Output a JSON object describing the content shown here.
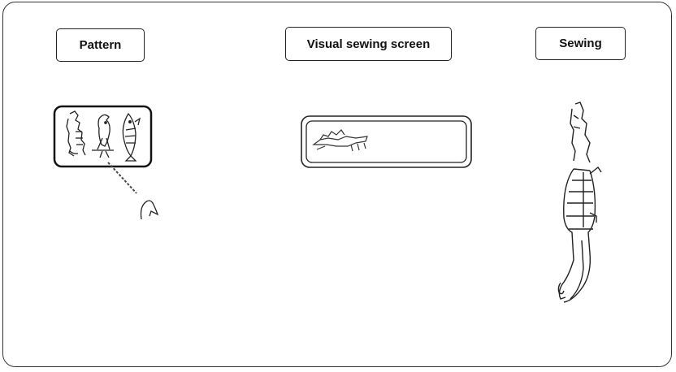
{
  "labels": {
    "pattern": "Pattern",
    "visual_sewing_screen": "Visual sewing screen",
    "sewing": "Sewing"
  },
  "colors": {
    "ink": "#222222",
    "background": "#ffffff"
  }
}
